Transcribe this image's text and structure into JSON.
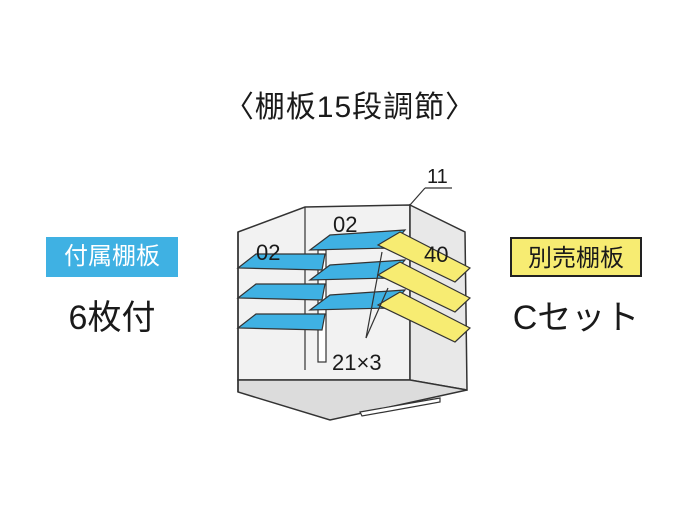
{
  "title": "〈棚板15段調節〉",
  "included_shelves": {
    "badge_label": "付属棚板",
    "count_text": "6枚付",
    "color": "#3fb1e3"
  },
  "optional_shelves": {
    "badge_label": "別売棚板",
    "set_text": "Cセット",
    "color": "#f7ec72"
  },
  "diagram": {
    "label_left_shelf": "02",
    "label_center_shelf": "02",
    "label_right_shelf": "40",
    "label_wall": "11",
    "label_levels": "21×3"
  }
}
